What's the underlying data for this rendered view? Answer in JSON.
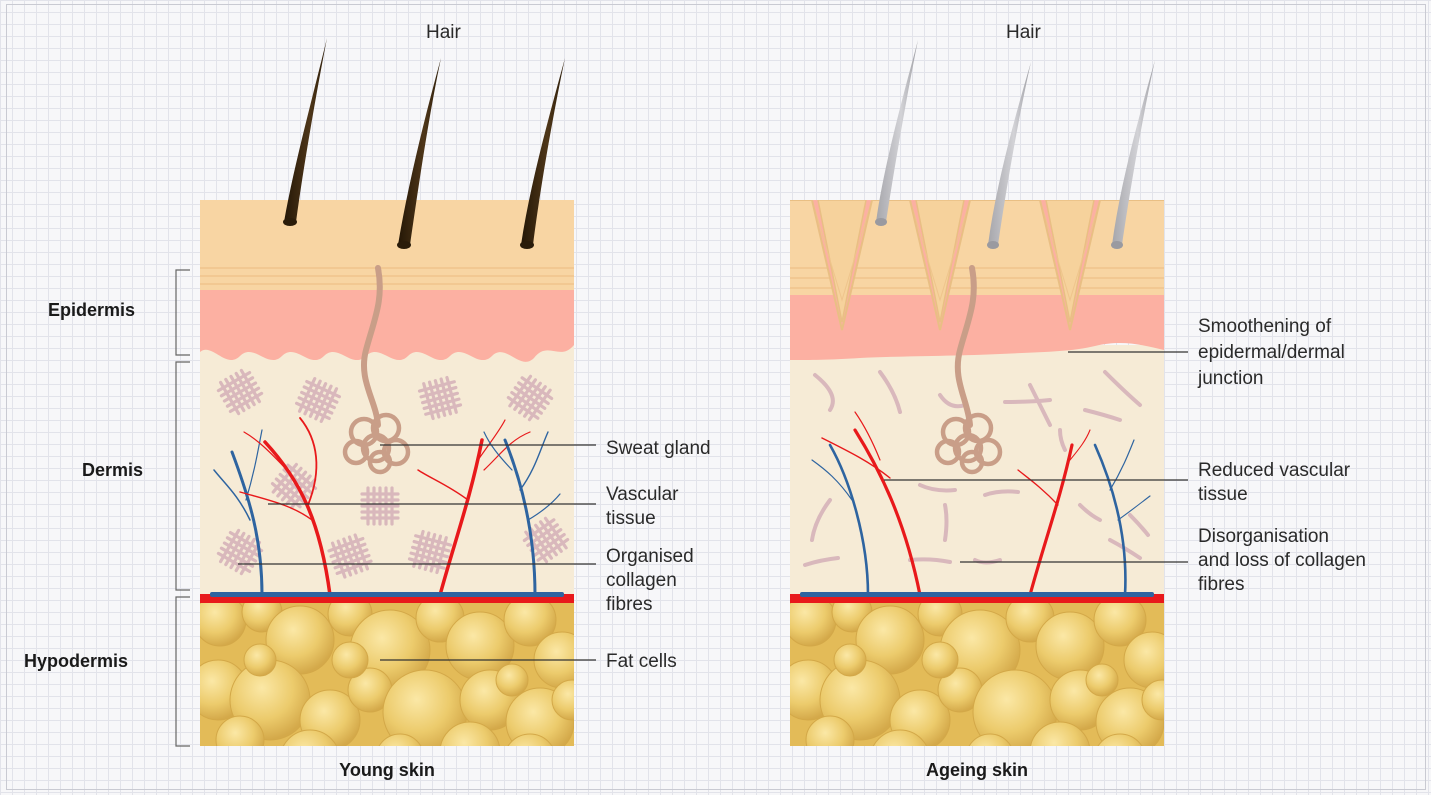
{
  "colors": {
    "stratum": "#f8d5a3",
    "epidermis_pink": "#fcb0a2",
    "dermis": "#f6ebd6",
    "collagen": "#d9b8bc",
    "artery": "#e8191b",
    "vein": "#2e64a0",
    "fat": "#e9c661",
    "young_hair": "#3d2a14",
    "aged_hair": "#b9b9bd",
    "gland": "#c99e88"
  },
  "layers": {
    "epidermis": "Epidermis",
    "dermis": "Dermis",
    "hypodermis": "Hypodermis"
  },
  "young": {
    "hair_label": "Hair",
    "title": "Young skin",
    "labels": {
      "sweat_gland": [
        "Sweat gland"
      ],
      "vascular": [
        "Vascular",
        "tissue"
      ],
      "collagen": [
        "Organised",
        "collagen",
        "fibres"
      ],
      "fat": [
        "Fat cells"
      ]
    }
  },
  "ageing": {
    "hair_label": "Hair",
    "title": "Ageing skin",
    "labels": {
      "junction": [
        "Smoothening of",
        "epidermal/dermal",
        "junction"
      ],
      "vascular": [
        "Reduced vascular",
        "tissue"
      ],
      "collagen": [
        "Disorganisation",
        "and loss of collagen",
        "fibres"
      ]
    }
  }
}
